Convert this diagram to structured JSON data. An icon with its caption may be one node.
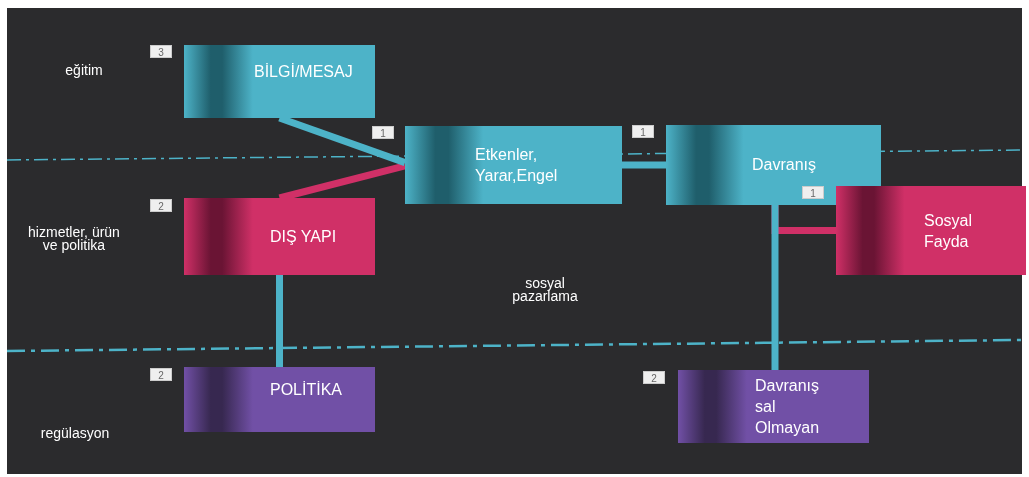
{
  "diagram": {
    "nodes": [
      {
        "text": [
          "BİLGİ/MESAJ"
        ],
        "beside": [
          "3"
        ]
      },
      {
        "text": [
          "Etkenler, Yarar,Engel"
        ],
        "beside": [
          "1"
        ]
      },
      {
        "text": [
          "Davranış"
        ],
        "beside": [
          "1"
        ]
      },
      {
        "text": [
          "DIŞ YAPI"
        ],
        "beside": [
          "2"
        ]
      },
      {
        "text": [
          "Sosyal Fayda"
        ]
      },
      {
        "text": [
          "POLİTİKA"
        ],
        "beside": [
          "2"
        ]
      },
      {
        "text": [
          "Davranışsal Olmayan"
        ],
        "beside": [
          "2"
        ]
      }
    ],
    "edges": [
      {
        "from": 0,
        "to": 1,
        "arrow": "none"
      },
      {
        "from": 3,
        "to": 1,
        "arrow": "none",
        "color": "#d03067"
      },
      {
        "from": 1,
        "to": 2,
        "arrow": "none"
      },
      {
        "from": 3,
        "to": 5,
        "arrow": "none"
      },
      {
        "from": 2,
        "to": 6,
        "arrow": "none"
      },
      {
        "from": 4,
        "to": 2,
        "arrow": "none",
        "color": "#d03067"
      }
    ],
    "labels": [
      "eğitim",
      "1",
      "hizmetler, ürün ve politika",
      "sosyal pazarlama",
      "regülasyon"
    ]
  }
}
